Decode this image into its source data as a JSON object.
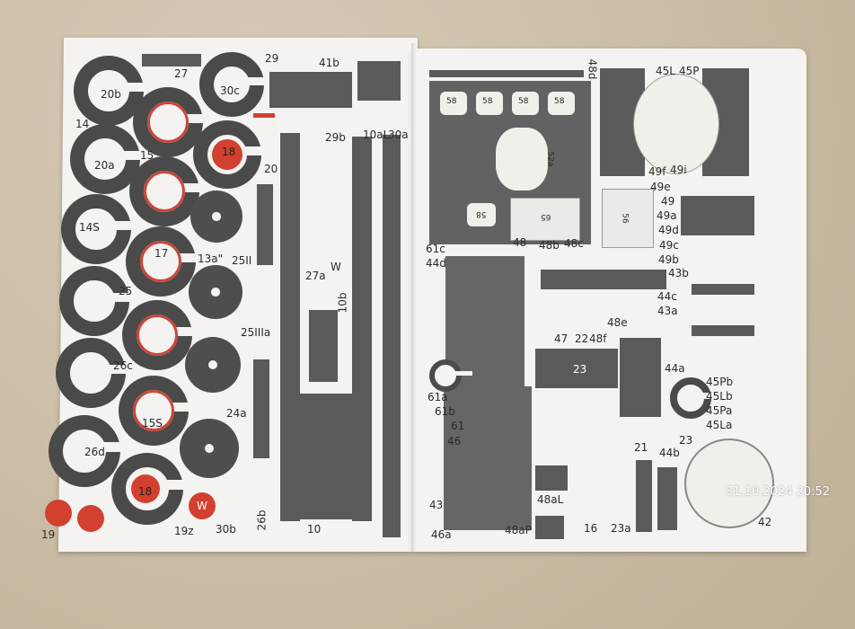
{
  "left_page": {
    "labels": [
      "20b",
      "27",
      "30c",
      "29",
      "41b",
      "14",
      "15",
      "20a",
      "20",
      "29b",
      "10aL",
      "30a",
      "14S",
      "17",
      "13a\"",
      "25II",
      "27a",
      "W",
      "10b",
      "25",
      "25IIIa",
      "26c",
      "24a",
      "15S",
      "26d",
      "18",
      "18",
      "19",
      "19z",
      "30b",
      "26b",
      "10",
      "W"
    ]
  },
  "right_page": {
    "labels": [
      "58",
      "58",
      "58",
      "58",
      "52a",
      "58",
      "65",
      "56",
      "45L",
      "45P",
      "48d",
      "49f",
      "49i",
      "49e",
      "49",
      "49a",
      "49d",
      "49c",
      "49b",
      "43b",
      "44c",
      "43a",
      "61c",
      "44d",
      "48",
      "48b",
      "48c",
      "47",
      "22",
      "48f",
      "48e",
      "23",
      "44a",
      "45Pb",
      "45Lb",
      "45Pa",
      "45La",
      "61a",
      "61b",
      "61",
      "46",
      "23",
      "21",
      "44b",
      "43",
      "48aL",
      "48aP",
      "16",
      "23a",
      "46a",
      "42"
    ]
  },
  "photo_timestamp": "31.10.2024 20:52",
  "colors": {
    "print_gray": "#4e4e4e",
    "accent_red": "#d2412f",
    "paper": "#f4f3f1",
    "carpet": "#c9bba3"
  }
}
